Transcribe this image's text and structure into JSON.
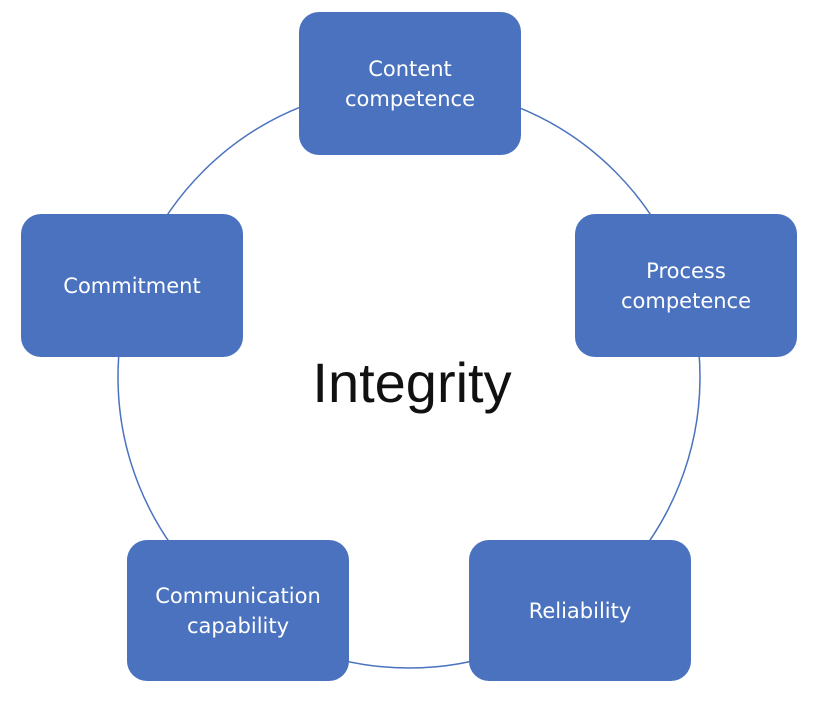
{
  "center_label": "Integrity",
  "nodes": [
    {
      "label": "Content\ncompetence"
    },
    {
      "label": "Process\ncompetence"
    },
    {
      "label": "Reliability"
    },
    {
      "label": "Communication\ncapability"
    },
    {
      "label": "Commitment"
    }
  ],
  "colors": {
    "node_fill": "#4a72bf",
    "node_text": "#ffffff",
    "ring_stroke": "#4a72bf",
    "center_text": "#111111"
  }
}
